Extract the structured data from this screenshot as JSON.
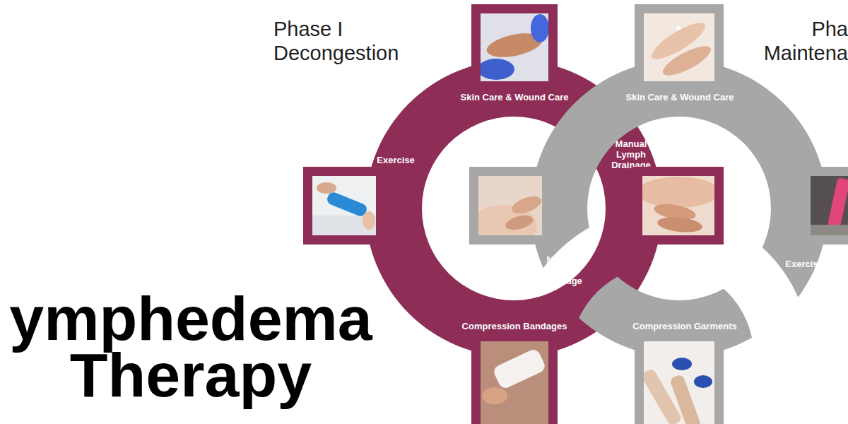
{
  "diagram": {
    "title": "ymphedema Therapy",
    "nodes": [
      {
        "text": [
          "Phase I Decongestion",
          "Skin Care & Wound Care",
          "Exercise",
          "Manual Lymph Drainage",
          "Compression Bandages"
        ]
      },
      {
        "text": [
          "Pha Maintena",
          "Skin Care & Wound Care",
          "Manual Lymph Drainage",
          "Exercise",
          "Compression Garments"
        ]
      }
    ]
  }
}
